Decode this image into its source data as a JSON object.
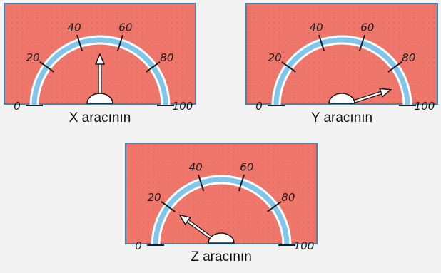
{
  "gauges": [
    {
      "caption": "X aracının",
      "reading": 50,
      "ticks": [
        "0",
        "20",
        "40",
        "60",
        "80",
        "100"
      ]
    },
    {
      "caption": "Y aracının",
      "reading": 90,
      "ticks": [
        "0",
        "20",
        "40",
        "60",
        "80",
        "100"
      ]
    },
    {
      "caption": "Z aracının",
      "reading": 20,
      "ticks": [
        "0",
        "20",
        "40",
        "60",
        "80",
        "100"
      ]
    }
  ],
  "colors": {
    "panel": "#ef766a",
    "panel_dots": "#e0574d",
    "arc_outer": "#ffffff",
    "arc_inner": "#7fc6ea",
    "frame": "#3f86b8",
    "needle": "#ffffff"
  }
}
